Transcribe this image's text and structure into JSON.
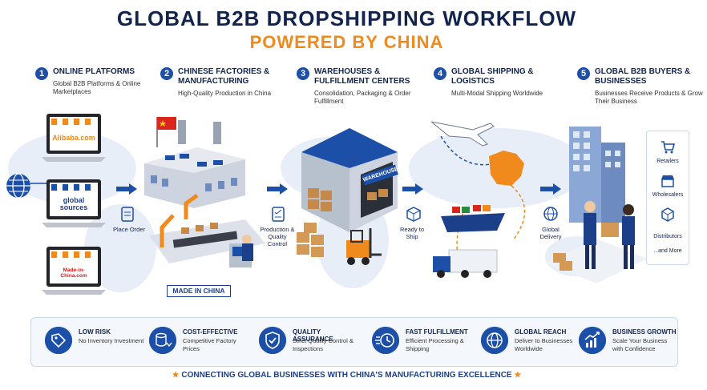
{
  "title": "GLOBAL B2B DROPSHIPPING WORKFLOW",
  "subtitle": "POWERED BY CHINA",
  "steps": [
    {
      "num": "1",
      "heading": "ONLINE PLATFORMS",
      "desc": "Global B2B Platforms & Online Marketplaces"
    },
    {
      "num": "2",
      "heading": "CHINESE FACTORIES & MANUFACTURING",
      "desc": "High-Quality Production in China"
    },
    {
      "num": "3",
      "heading": "WAREHOUSES & FULFILLMENT CENTERS",
      "desc": "Consolidation, Packaging & Order Fulfillment"
    },
    {
      "num": "4",
      "heading": "GLOBAL SHIPPING & LOGISTICS",
      "desc": "Multi-Modal Shipping Worldwide"
    },
    {
      "num": "5",
      "heading": "GLOBAL B2B BUYERS & BUSINESSES",
      "desc": "Businesses Receive Products & Grow Their Business"
    }
  ],
  "platforms": [
    "Alibaba.com",
    "global sources",
    "Made-in-China.com"
  ],
  "flow_labels": {
    "place_order": "Place Order",
    "production": "Production & Quality Control",
    "ready": "Ready to Ship",
    "delivery": "Global Delivery"
  },
  "warehouse_sign": "WAREHOUSE",
  "made_in_china": "MADE IN CHINA",
  "buyer_types": [
    "Retailers",
    "Wholesalers",
    "Distributors",
    "...and More"
  ],
  "benefits": [
    {
      "heading": "LOW RISK",
      "desc": "No Inventory Investment",
      "icon": "tag-icon"
    },
    {
      "heading": "COST-EFFECTIVE",
      "desc": "Competitive Factory Prices",
      "icon": "coins-icon"
    },
    {
      "heading": "QUALITY ASSURANCE",
      "desc": "Strict Quality Control & Inspections",
      "icon": "shield-check-icon"
    },
    {
      "heading": "FAST FULFILLMENT",
      "desc": "Efficient Processing & Shipping",
      "icon": "clock-icon"
    },
    {
      "heading": "GLOBAL REACH",
      "desc": "Deliver to Businesses Worldwide",
      "icon": "globe-icon"
    },
    {
      "heading": "BUSINESS GROWTH",
      "desc": "Scale Your Business with Confidence",
      "icon": "growth-chart-icon"
    }
  ],
  "footer": "CONNECTING GLOBAL BUSINESSES WITH CHINA'S MANUFACTURING EXCELLENCE",
  "colors": {
    "navy": "#12244d",
    "blue": "#1c4fa8",
    "orange": "#f08a1c"
  }
}
